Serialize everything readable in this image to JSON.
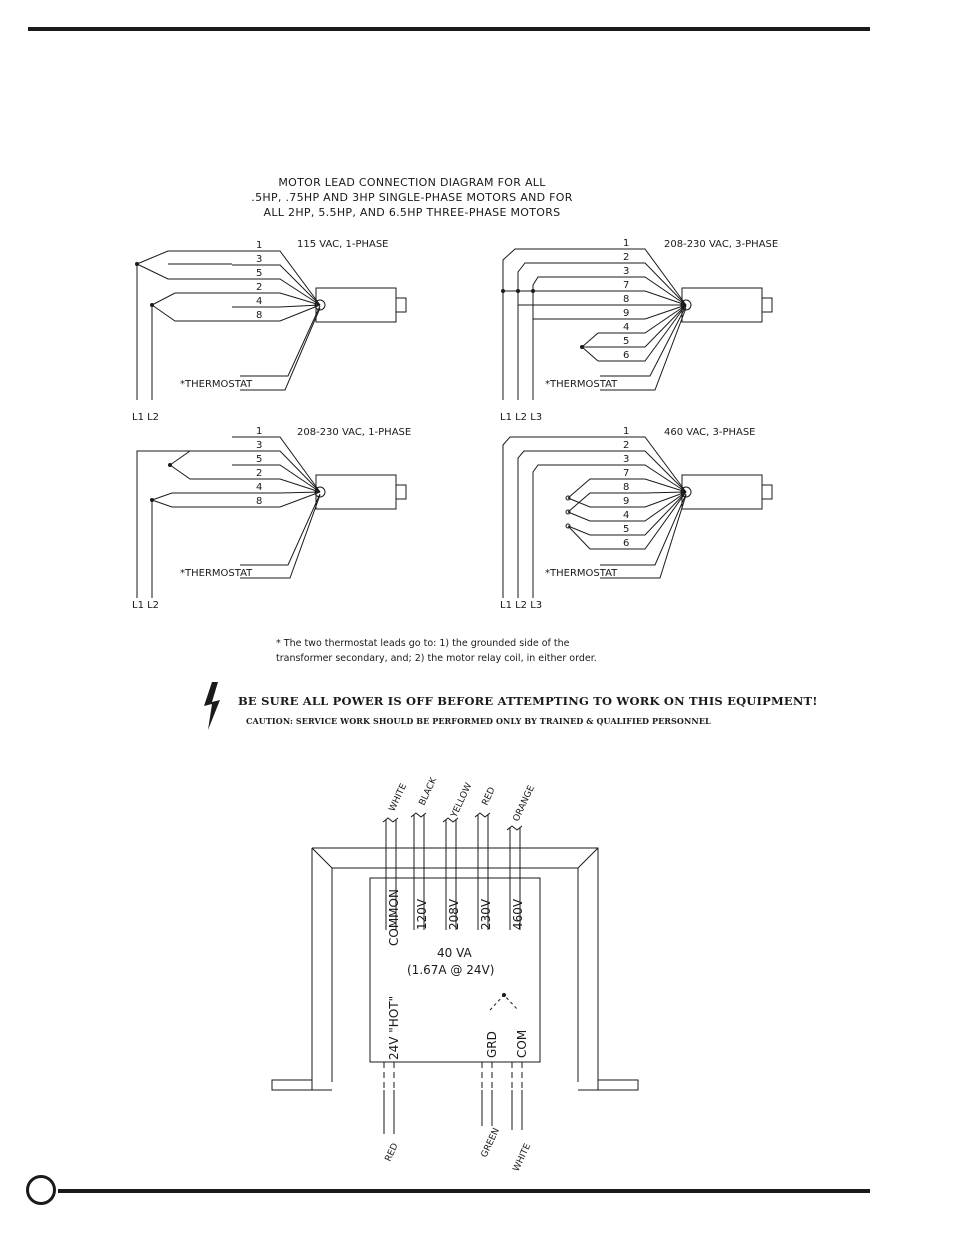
{
  "diagram_title": {
    "line1": "MOTOR LEAD CONNECTION DIAGRAM FOR ALL",
    "line2": ".5HP, .75HP AND 3HP SINGLE-PHASE MOTORS AND FOR",
    "line3": "ALL 2HP, 5.5HP, AND 6.5HP THREE-PHASE MOTORS"
  },
  "panels": {
    "p1": {
      "label": "115 VAC, 1-PHASE",
      "leads": [
        "1",
        "3",
        "5",
        "2",
        "4",
        "8"
      ],
      "thermostat": "*THERMOSTAT",
      "lines": "L1  L2"
    },
    "p2": {
      "label": "208-230 VAC, 3-PHASE",
      "leads": [
        "1",
        "2",
        "3",
        "7",
        "8",
        "9",
        "4",
        "5",
        "6"
      ],
      "thermostat": "*THERMOSTAT",
      "lines": "L1  L2  L3"
    },
    "p3": {
      "label": "208-230 VAC, 1-PHASE",
      "leads": [
        "1",
        "3",
        "5",
        "2",
        "4",
        "8"
      ],
      "thermostat": "*THERMOSTAT",
      "lines": "L1  L2"
    },
    "p4": {
      "label": "460 VAC, 3-PHASE",
      "leads": [
        "1",
        "2",
        "3",
        "7",
        "8",
        "9",
        "4",
        "5",
        "6"
      ],
      "thermostat": "*THERMOSTAT",
      "lines": "L1  L2  L3"
    }
  },
  "footnote": {
    "line1": "* The two thermostat leads go to: 1) the grounded side of the",
    "line2": "transformer secondary, and; 2) the motor relay coil, in either order."
  },
  "warning": {
    "main": "BE SURE ALL POWER IS OFF BEFORE ATTEMPTING TO WORK ON THIS EQUIPMENT!",
    "sub": "CAUTION: SERVICE WORK SHOULD BE PERFORMED ONLY BY TRAINED & QUALIFIED PERSONNEL",
    "icon": "lightning-bolt-icon"
  },
  "transformer": {
    "rating": "40 VA",
    "rating_detail": "(1.67A @ 24V)",
    "primary_wires": [
      "WHITE",
      "BLACK",
      "YELLOW",
      "RED",
      "ORANGE"
    ],
    "primary_taps": [
      "COMMON",
      "120V",
      "208V",
      "230V",
      "460V"
    ],
    "secondary_taps": [
      "24V \"HOT\"",
      "GRD",
      "COM"
    ],
    "secondary_wires": [
      "RED",
      "GREEN",
      "WHITE"
    ]
  }
}
